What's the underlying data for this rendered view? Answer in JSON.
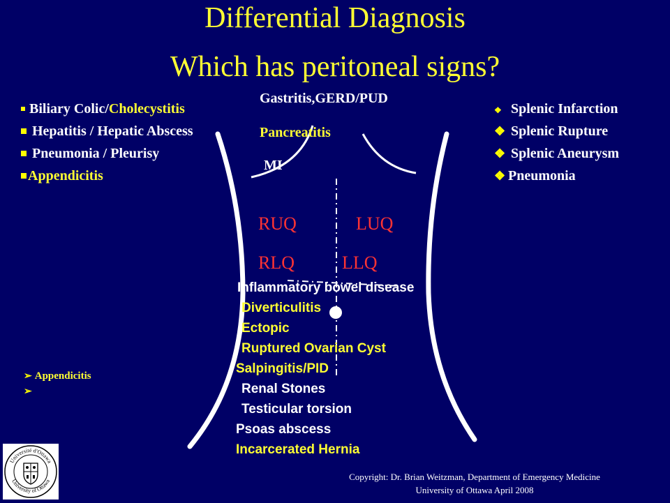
{
  "title": {
    "line1": "Differential Diagnosis",
    "line2": "Which has peritoneal signs?"
  },
  "ruq_list": {
    "items": [
      {
        "prefix": "Biliary Colic/",
        "highlight": "Cholecystitis"
      },
      {
        "text": "Hepatitis / Hepatic Abscess"
      },
      {
        "text": "Pneumonia / Pleurisy"
      },
      {
        "highlight": "Appendicitis"
      }
    ]
  },
  "epigastric": {
    "item1": "Gastritis,GERD/PUD",
    "item2": "Pancreatitis",
    "item3": "MI"
  },
  "luq_list": {
    "items": [
      "Splenic Infarction",
      "Splenic Rupture",
      "Splenic Aneurysm",
      "Pneumonia"
    ]
  },
  "quadrants": {
    "ruq": "RUQ",
    "luq": "LUQ",
    "rlq": "RLQ",
    "llq": "LLQ"
  },
  "lower_list": {
    "items": [
      {
        "text": "Inflammatory bowel disease",
        "color": "white"
      },
      {
        "text": "Diverticulitis",
        "color": "yellow"
      },
      {
        "text": "Ectopic",
        "color": "yellow"
      },
      {
        "text": "Ruptured Ovarian Cyst",
        "color": "yellow"
      },
      {
        "text": "Salpingitis/PID",
        "color": "yellow"
      },
      {
        "text": "Renal Stones",
        "color": "white"
      },
      {
        "text": "Testicular torsion",
        "color": "white"
      },
      {
        "text": "Psoas abscess",
        "color": "white"
      },
      {
        "text": "Incarcerated Hernia",
        "color": "yellow"
      }
    ]
  },
  "bottom_left": {
    "item1": "Appendicitis",
    "item2": ""
  },
  "copyright": {
    "line1": "Copyright: Dr. Brian Weitzman, Department of Emergency Medicine",
    "line2": "University of Ottawa April 2008"
  },
  "logo": {
    "text_top": "Université d'Ottawa",
    "text_bottom": "University of Ottawa"
  },
  "colors": {
    "background": "#000066",
    "title": "#ffff33",
    "highlight": "#ffff33",
    "quadrant": "#ff3333",
    "text": "#ffffff"
  }
}
